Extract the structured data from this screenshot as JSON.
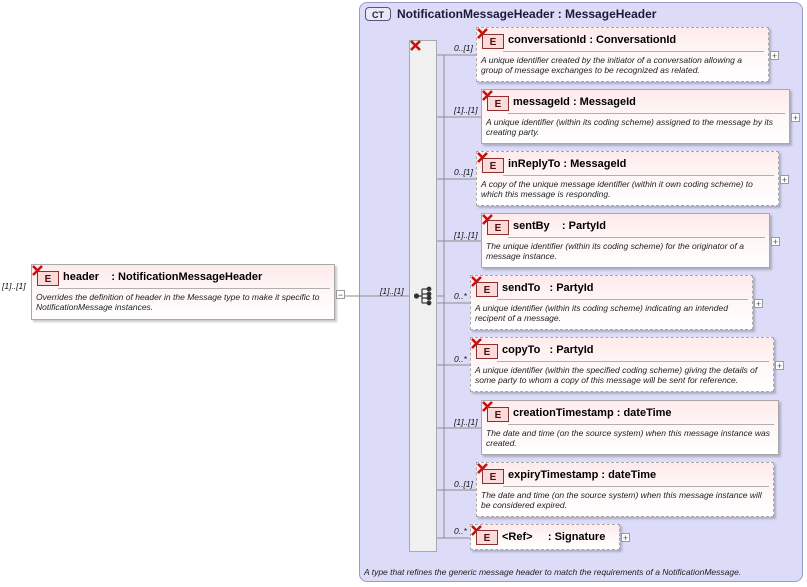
{
  "complex_type": {
    "badge": "CT",
    "title": "NotificationMessageHeader : MessageHeader",
    "footer": "A type that refines the generic message header to match the requirements of a NotificationMessage."
  },
  "root": {
    "cardinality": "[1]..[1]",
    "icon": "E",
    "name": "header",
    "type": ": NotificationMessageHeader",
    "description": "Overrides the definition of header in the Message type to make it specific to NotificationMessage instances.",
    "collapse": "−"
  },
  "sequence": {
    "cardinality": "[1]..[1]"
  },
  "children": [
    {
      "cardinality": "0..[1]",
      "icon": "E",
      "name": "conversationId",
      "type": ": ConversationId",
      "description": "A unique identifier created by the initiator of a conversation allowing a group of message exchanges to be recognized as related.",
      "expand": "+"
    },
    {
      "cardinality": "[1]..[1]",
      "icon": "E",
      "name": "messageId",
      "type": ": MessageId",
      "description": "A unique identifier (within its coding scheme) assigned to the message by its creating party.",
      "expand": "+"
    },
    {
      "cardinality": "0..[1]",
      "icon": "E",
      "name": "inReplyTo",
      "type": ": MessageId",
      "description": "A copy of the unique message identifier (within it own coding scheme) to which this message is responding.",
      "expand": "+"
    },
    {
      "cardinality": "[1]..[1]",
      "icon": "E",
      "name": "sentBy",
      "type": ": PartyId",
      "description": "The unique identifier (within its coding scheme) for the originator of a message instance.",
      "expand": "+"
    },
    {
      "cardinality": "0..*",
      "icon": "E",
      "name": "sendTo",
      "type": ": PartyId",
      "description": "A unique identifier (within its coding scheme) indicating an intended recipent of a message.",
      "expand": "+"
    },
    {
      "cardinality": "0..*",
      "icon": "E",
      "name": "copyTo",
      "type": ": PartyId",
      "description": "A unique identifier (within the specified coding scheme) giving the details of some party to whom a copy of this message will be sent for reference.",
      "expand": "+"
    },
    {
      "cardinality": "[1]..[1]",
      "icon": "E",
      "name": "creationTimestamp",
      "type": ": dateTime",
      "description": "The date and time (on the source system) when this message instance was created.",
      "expand": ""
    },
    {
      "cardinality": "0..[1]",
      "icon": "E",
      "name": "expiryTimestamp",
      "type": ": dateTime",
      "description": "The date and time (on the source system) when this message instance will be considered expired.",
      "expand": ""
    },
    {
      "cardinality": "0..*",
      "icon": "E",
      "name": "<Ref>",
      "type": ": Signature",
      "description": "",
      "expand": "+"
    }
  ]
}
